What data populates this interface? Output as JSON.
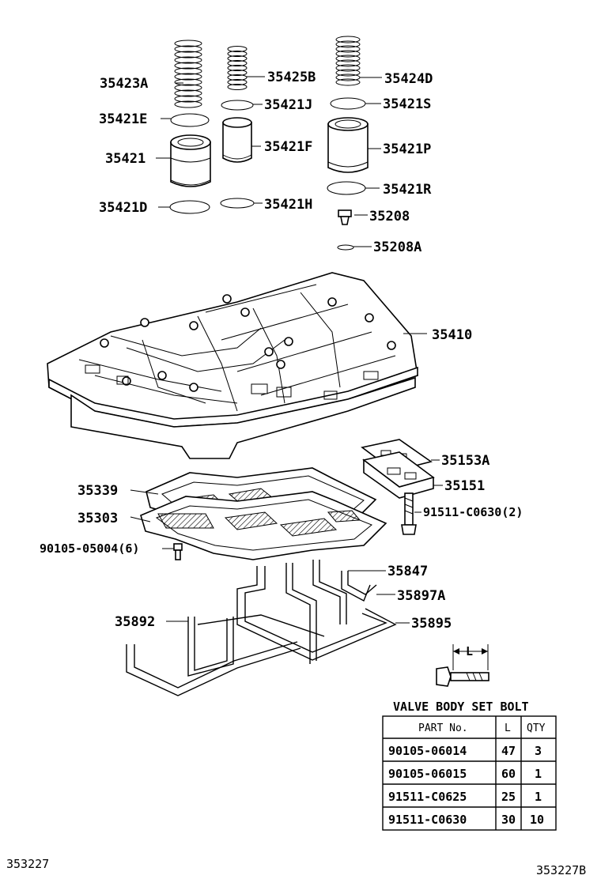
{
  "labels": {
    "p35423A": "35423A",
    "p35425B": "35425B",
    "p35424D": "35424D",
    "p35421E": "35421E",
    "p35421J": "35421J",
    "p35421S": "35421S",
    "p35421": "35421",
    "p35421F": "35421F",
    "p35421P": "35421P",
    "p35421R": "35421R",
    "p35421D": "35421D",
    "p35421H": "35421H",
    "p35208": "35208",
    "p35208A": "35208A",
    "p35410": "35410",
    "p35153A": "35153A",
    "p35151": "35151",
    "p91511C0630": "91511-C0630(2)",
    "p35339": "35339",
    "p35303": "35303",
    "p90105": "90105-05004(6)",
    "p35847": "35847",
    "p35897A": "35897A",
    "p35892": "35892",
    "p35895": "35895"
  },
  "bolt_dim_label": "L",
  "table": {
    "title": "VALVE BODY SET BOLT",
    "headers": [
      "PART No.",
      "L",
      "QTY"
    ],
    "rows": [
      [
        "90105-06014",
        "47",
        "3"
      ],
      [
        "90105-06015",
        "60",
        "1"
      ],
      [
        "91511-C0625",
        "25",
        "1"
      ],
      [
        "91511-C0630",
        "30",
        "10"
      ]
    ]
  },
  "footer": {
    "left": "353227",
    "right": "353227B"
  }
}
